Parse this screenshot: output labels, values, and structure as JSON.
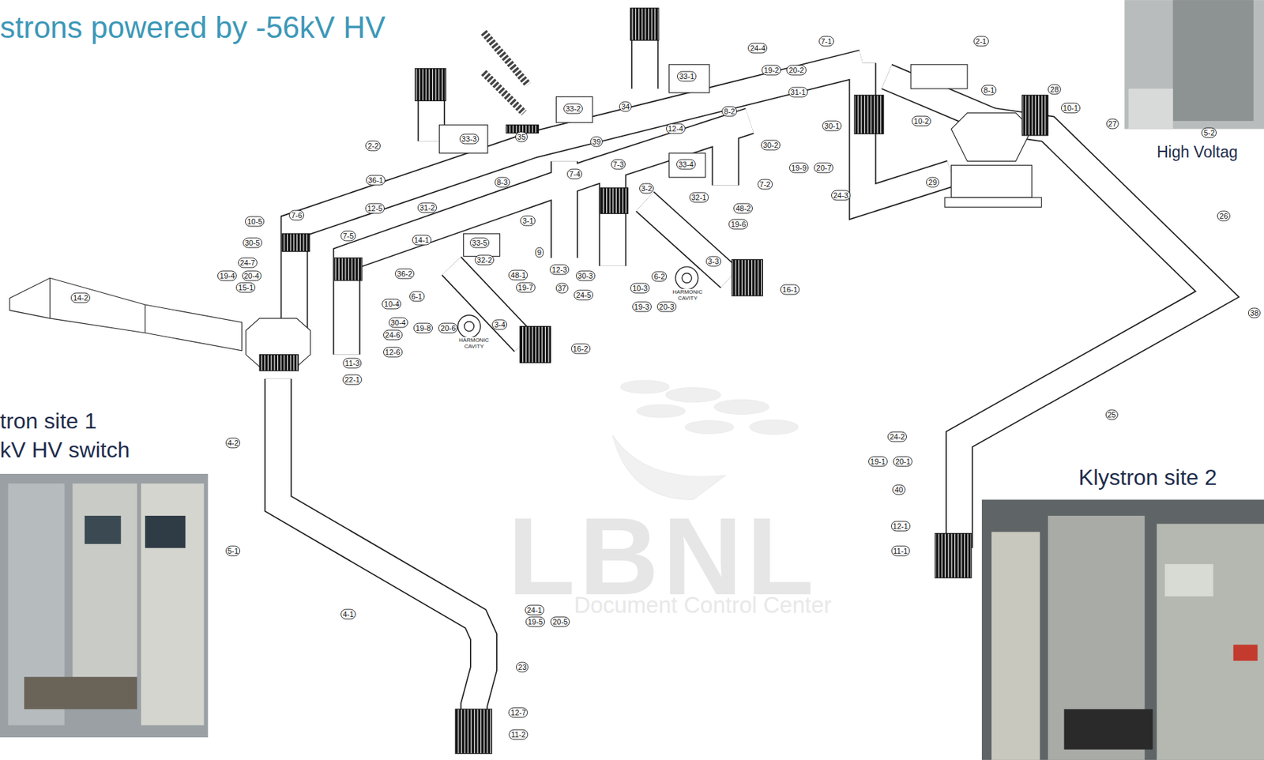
{
  "diagram": {
    "title": "strons powered by -56kV HV",
    "labels": [
      "tron site 1",
      "kV HV switch",
      "Klystron site 2",
      "High Voltag",
      "LBNL",
      "Document Control Center",
      "HARMONIC CAVITY",
      "HARMONIC CAVITY",
      "7-1",
      "2-1",
      "24-4",
      "19-2",
      "20-2",
      "33-1",
      "8-1",
      "28",
      "31-1",
      "10-1",
      "8-2",
      "34",
      "33-2",
      "10-2",
      "2-2",
      "33-3",
      "35",
      "39",
      "12-4",
      "30-1",
      "30-2",
      "27",
      "5-2",
      "36-1",
      "8-3",
      "7-4",
      "7-3",
      "33-4",
      "7-2",
      "19-9",
      "20-7",
      "29",
      "24-3",
      "12-5",
      "31-2",
      "3-2",
      "32-1",
      "48-2",
      "26",
      "10-5",
      "7-6",
      "19-6",
      "7-5",
      "14-1",
      "3-1",
      "33-5",
      "30-5",
      "9",
      "32-2",
      "3-3",
      "24-7",
      "36-2",
      "48-1",
      "12-3",
      "30-3",
      "6-2",
      "16-1",
      "19-4",
      "20-4",
      "15-1",
      "19-7",
      "37",
      "24-5",
      "10-3",
      "6-1",
      "14-2",
      "10-4",
      "19-3",
      "20-3",
      "30-4",
      "19-8",
      "20-6",
      "3-4",
      "24-6",
      "16-2",
      "12-6",
      "11-3",
      "22-1",
      "38",
      "25",
      "24-2",
      "19-1",
      "20-1",
      "40",
      "12-1",
      "11-1",
      "4-2",
      "5-1",
      "4-1",
      "24-1",
      "19-5",
      "20-5",
      "23",
      "12-7",
      "11-2"
    ]
  }
}
